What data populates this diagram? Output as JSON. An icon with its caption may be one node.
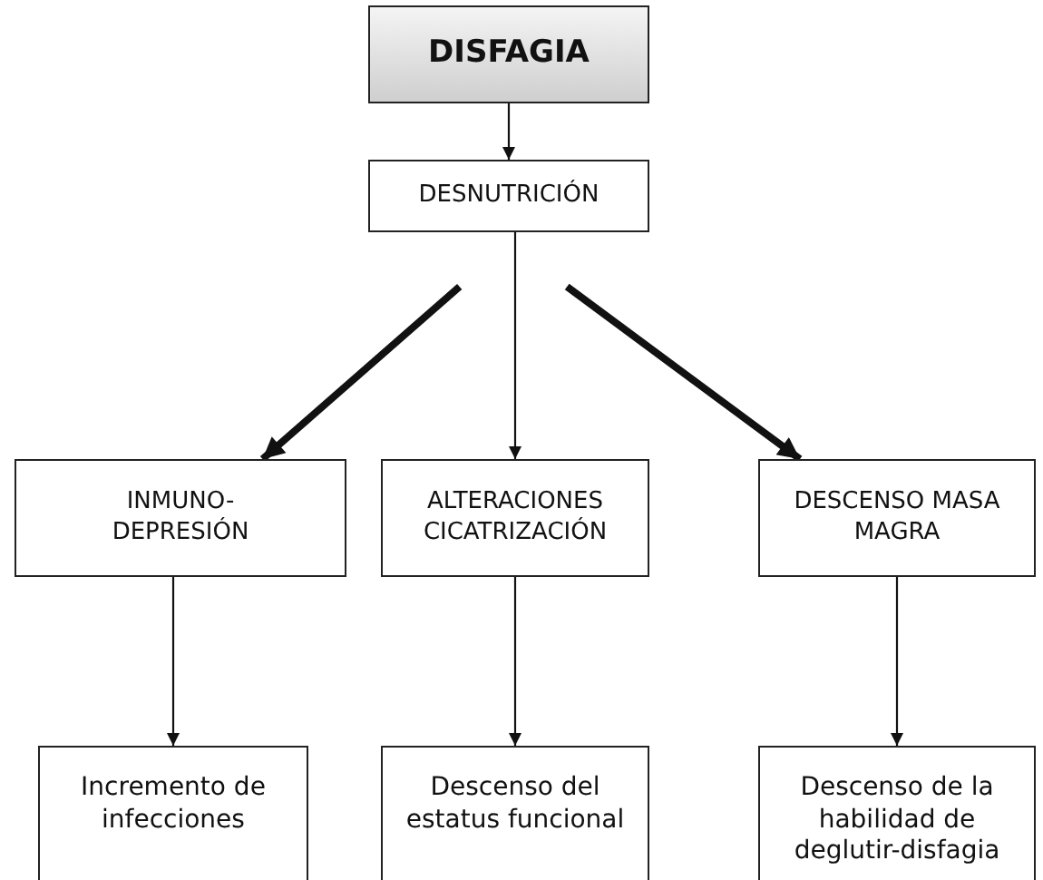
{
  "diagram": {
    "nodes": [
      {
        "text": [
          "DISFAGIA"
        ]
      },
      {
        "text": [
          "DESNUTRICIÓN"
        ]
      },
      {
        "text": [
          "INMUNO- DEPRESIÓN"
        ]
      },
      {
        "text": [
          "ALTERACIONES CICATRIZACIÓN"
        ]
      },
      {
        "text": [
          "DESCENSO MASA MAGRA"
        ]
      },
      {
        "text": [
          "Incremento de infecciones"
        ]
      },
      {
        "text": [
          "Descenso del estatus funcional"
        ]
      },
      {
        "text": [
          "Descenso de la habilidad de deglutir-disfagia"
        ]
      }
    ],
    "edges": [
      {
        "from": 0,
        "to": 1,
        "arrow": "to"
      },
      {
        "from": 1,
        "to": 2,
        "arrow": "to",
        "style": "thick"
      },
      {
        "from": 1,
        "to": 3,
        "arrow": "to"
      },
      {
        "from": 1,
        "to": 4,
        "arrow": "to",
        "style": "thick"
      },
      {
        "from": 2,
        "to": 5,
        "arrow": "to"
      },
      {
        "from": 3,
        "to": 6,
        "arrow": "to"
      },
      {
        "from": 4,
        "to": 7,
        "arrow": "to"
      }
    ]
  }
}
